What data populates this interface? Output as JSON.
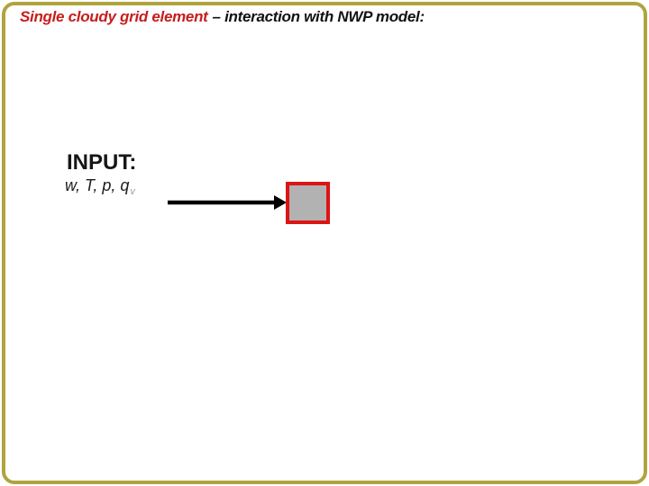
{
  "slide": {
    "title": {
      "highlight": "Single cloudy grid element",
      "rest": "– interaction with NWP model:"
    },
    "input": {
      "heading": "INPUT:",
      "params": "w, T, p, q",
      "params_subscript": "v"
    },
    "diagram": {
      "arrow_icon": "right-arrow",
      "box_name": "grid-element-box"
    },
    "colors": {
      "title_red": "#c71d1d",
      "text_black": "#111111",
      "box_border_red": "#dd1414",
      "box_fill_gray": "#b2b2b2",
      "subscript_gray": "#9e9e9e",
      "frame_khaki": "#b0a43e",
      "background": "#ffffff",
      "arrow_black": "#000000"
    }
  }
}
